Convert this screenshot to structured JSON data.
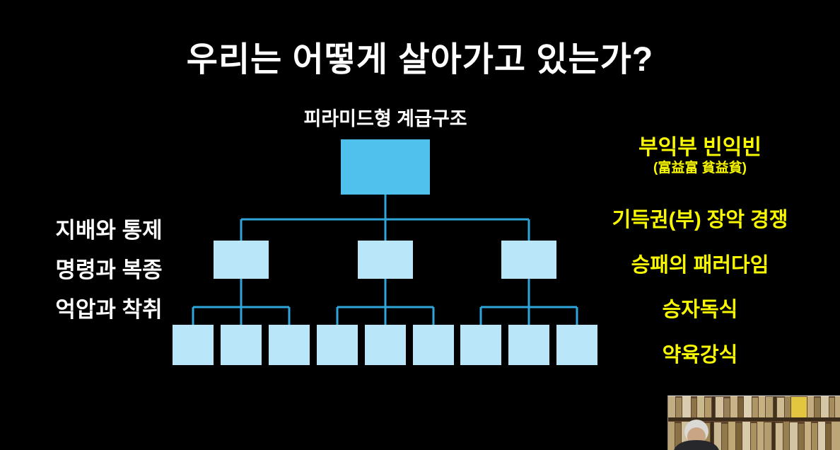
{
  "slide": {
    "title": "우리는 어떻게 살아가고 있는가?"
  },
  "diagram": {
    "title": "피라미드형 계급구조",
    "type": "pyramid-hierarchy",
    "levels": [
      1,
      3,
      9
    ],
    "box_colors": {
      "top": "#4fc1ec",
      "lower": "#b9e6f8"
    },
    "connector_color": "#2fa6da"
  },
  "left_labels": [
    "지배와 통제",
    "명령과 복종",
    "억압과 착취"
  ],
  "right_labels": [
    {
      "text": "부익부 빈익빈",
      "sub": "(富益富 貧益貧)"
    },
    {
      "text": "기득권(부) 장악 경쟁"
    },
    {
      "text": "승패의 패러다임"
    },
    {
      "text": "승자독식"
    },
    {
      "text": "약육강식"
    }
  ],
  "colors": {
    "background": "#000000",
    "title_text": "#ffffff",
    "left_text": "#ffffff",
    "right_text": "#f8f800"
  }
}
